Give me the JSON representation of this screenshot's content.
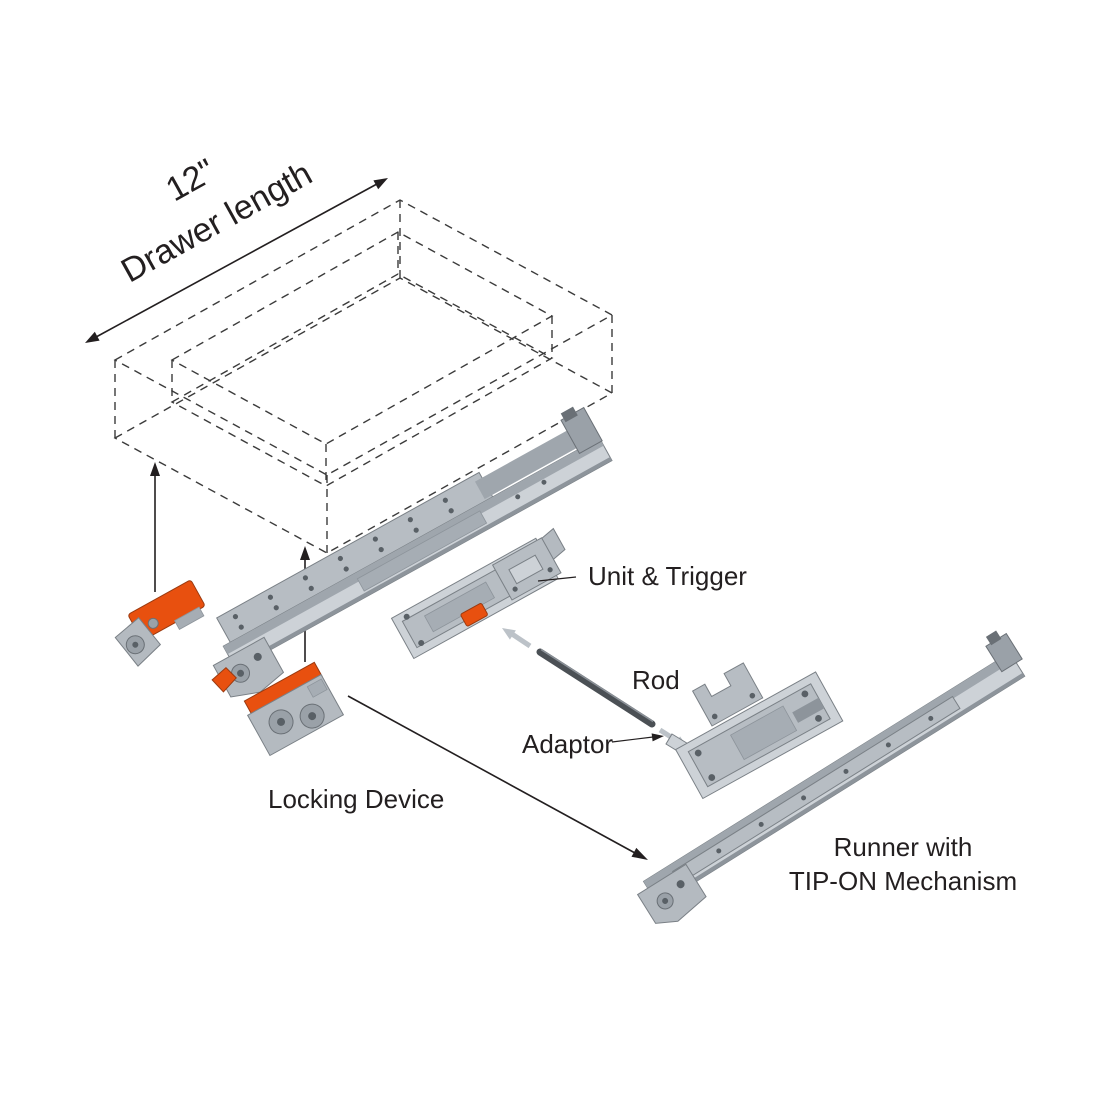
{
  "diagram": {
    "dimension_label": "12\"",
    "drawer_length_label": "Drawer length",
    "labels": {
      "unit_trigger": "Unit & Trigger",
      "rod": "Rod",
      "adaptor": "Adaptor",
      "locking_device": "Locking Device",
      "runner_line1": "Runner with",
      "runner_line2": "TIP-ON Mechanism"
    },
    "colors": {
      "accent_orange": "#E8500F",
      "rail_light": "#CDD2D7",
      "rail_mid": "#9FA6AD",
      "dark_rod": "#4B5055",
      "line_color": "#231F20"
    }
  }
}
